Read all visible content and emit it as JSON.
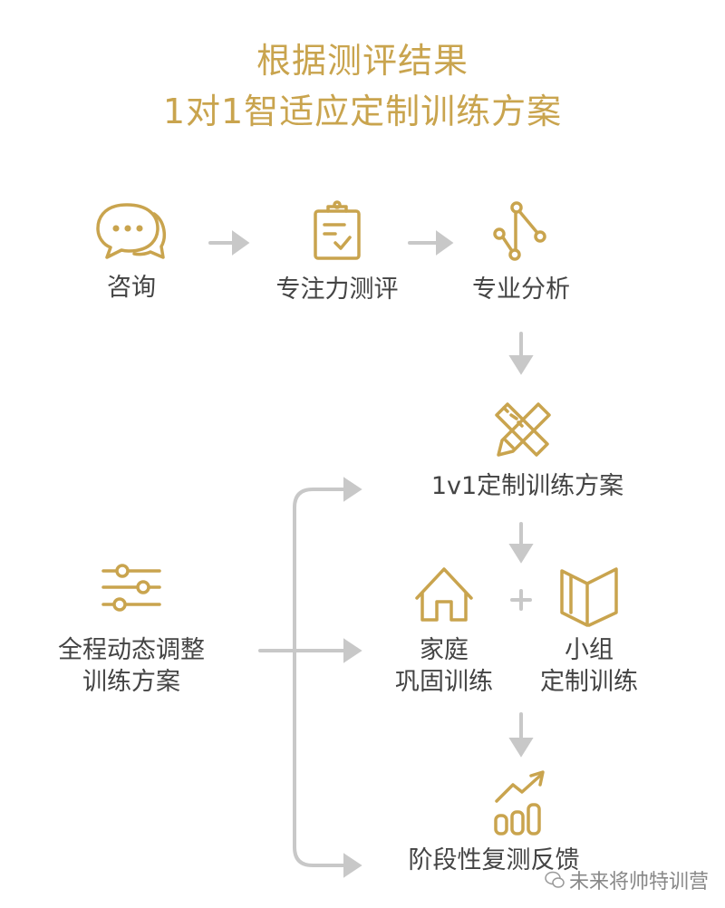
{
  "title": {
    "line1": "根据测评结果",
    "line2": "1对1智适应定制训练方案"
  },
  "steps": {
    "consult": "咨询",
    "assessment": "专注力测评",
    "analysis": "专业分析",
    "plan": "1v1定制训练方案",
    "home_line1": "家庭",
    "home_line2": "巩固训练",
    "group_line1": "小组",
    "group_line2": "定制训练",
    "feedback": "阶段性复测反馈",
    "adjust_line1": "全程动态调整",
    "adjust_line2": "训练方案"
  },
  "watermark": "未来将帅特训营",
  "colors": {
    "accent": "#c9a44e",
    "text": "#444444",
    "arrow": "#c8c8c8"
  }
}
